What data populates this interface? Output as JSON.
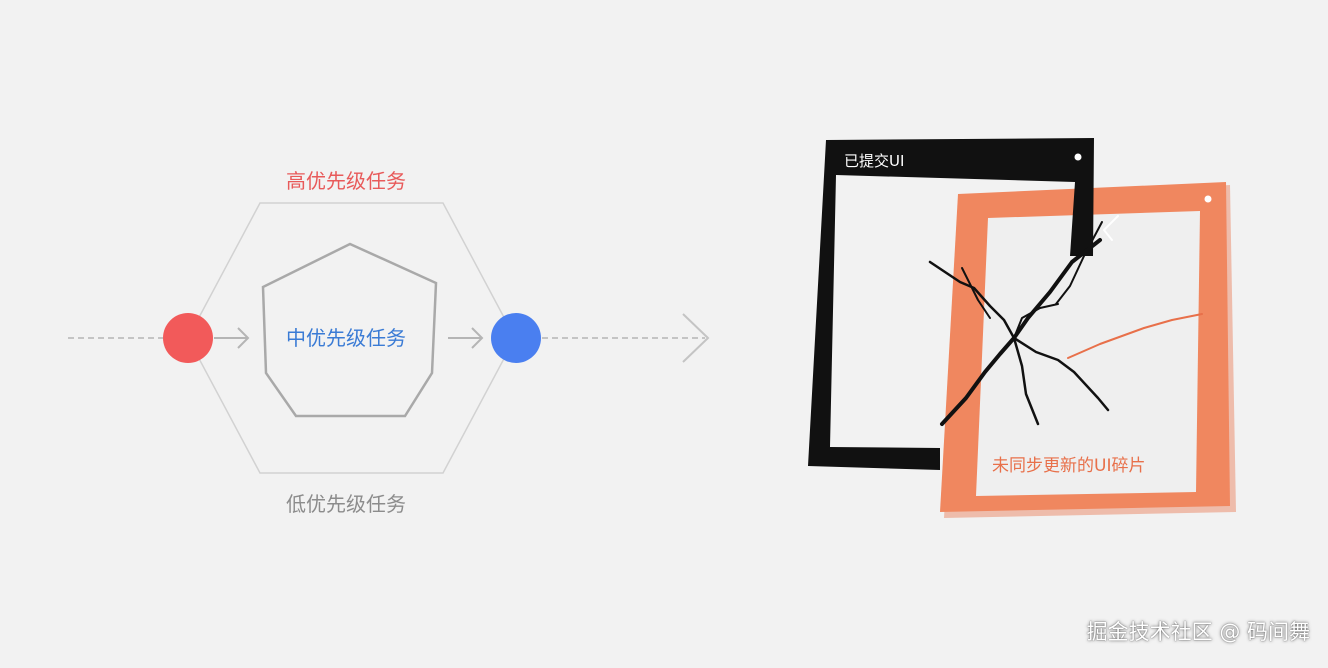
{
  "diagram": {
    "high_priority_label": "高优先级任务",
    "mid_priority_label": "中优先级任务",
    "low_priority_label": "低优先级任务",
    "submitted_ui_label": "已提交UI",
    "fragment_label": "未同步更新的UI碎片",
    "colors": {
      "high": "#e85a5a",
      "mid": "#3a7bd5",
      "low": "#8c8c8c",
      "red_dot": "#f25a5a",
      "blue_dot": "#4a7ff0",
      "black_frame": "#111111",
      "orange_frame": "#f0875f",
      "crack": "#e8704a"
    }
  },
  "watermark": {
    "text": "掘金技术社区 @ 码间舞"
  }
}
